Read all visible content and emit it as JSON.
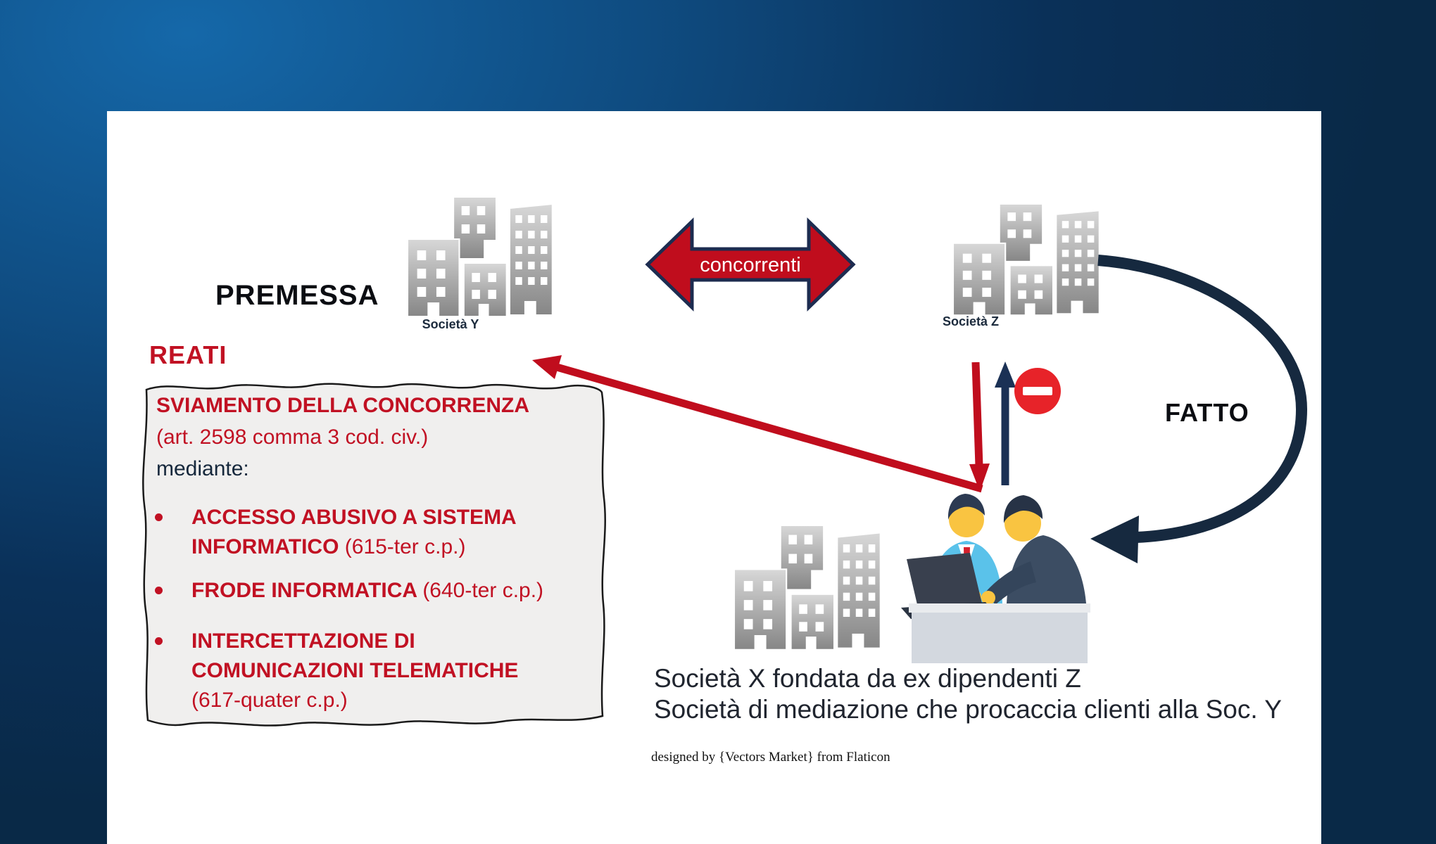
{
  "slide": {
    "premessa": "PREMESSA",
    "reati": "REATI",
    "society_y_label": "Società Y",
    "society_z_label": "Società Z",
    "concorrenti_label": "concorrenti",
    "fatto_label": "FATTO",
    "box": {
      "title": "SVIAMENTO DELLA CONCORRENZA",
      "subtitle": "(art. 2598 comma 3 cod. civ.)",
      "mediante": "mediante:",
      "bullets": [
        {
          "line1_bold": "ACCESSO ABUSIVO A SISTEMA",
          "line2_bold": "INFORMATICO ",
          "line2_ref": "(615-ter c.p.)"
        },
        {
          "line1_bold": "FRODE INFORMATICA ",
          "line1_ref": "(640-ter c.p.)"
        },
        {
          "line1_bold": "INTERCETTAZIONE DI",
          "line2_bold": "COMUNICAZIONI TELEMATICHE",
          "line3_ref": "(617-quater c.p.)"
        }
      ]
    },
    "caption_line1": "Società X fondata da ex dipendenti Z",
    "caption_line2": "Società di mediazione che procaccia clienti alla Soc. Y",
    "credit": "designed by {Vectors Market} from Flaticon"
  },
  "colors": {
    "background_top": "#1568a9",
    "background_deep": "#092947",
    "arrow_red": "#c00d1d",
    "text_red": "#c11123",
    "navy": "#16293f",
    "navy_outline": "#1d2c50",
    "box_fill": "#f0efee",
    "building_gray": "#9a9a9a",
    "skin_yellow": "#f9c441",
    "suit_light_blue": "#5ac2ea",
    "suit_dark": "#3c4d63",
    "no_entry_red": "#e72329"
  }
}
